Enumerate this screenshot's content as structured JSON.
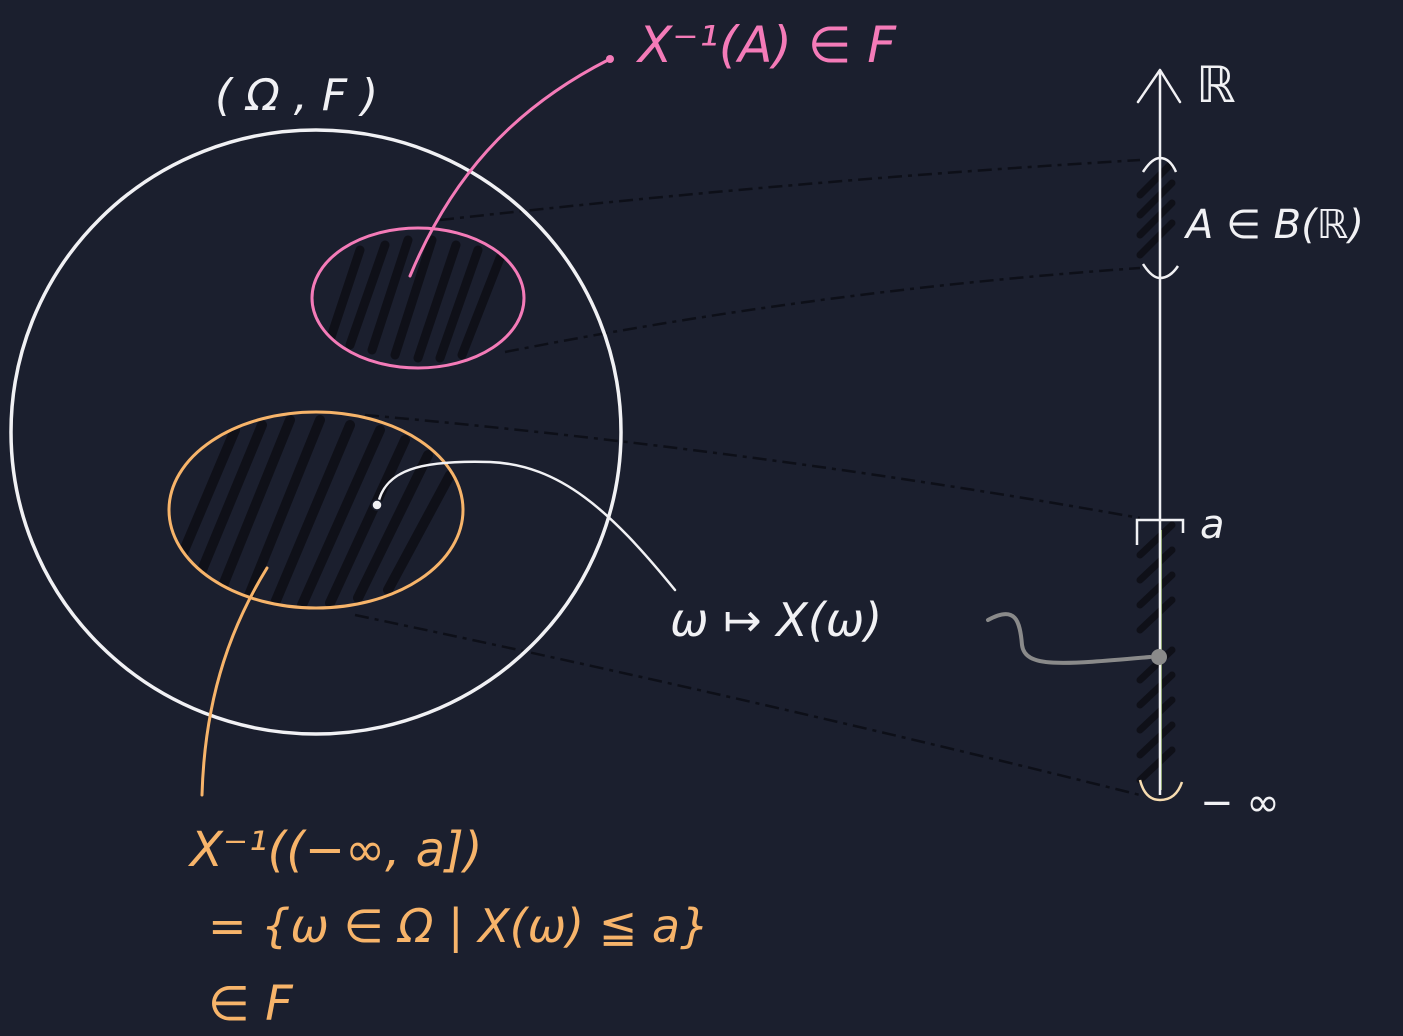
{
  "colors": {
    "background": "#1b1f2e",
    "white": "#f1f1f4",
    "pink": "#f47bb8",
    "orange": "#f7b46a",
    "hatch": "#0f1018",
    "gray": "#8a8a8a",
    "green_tint": "#6f8f4a"
  },
  "labels": {
    "space": "( Ω , F )",
    "preimage_A": "X⁻¹(A) ∈ F",
    "real_line": "ℝ",
    "set_A": "A ∈ B(ℝ)",
    "point_a": "a",
    "neg_inf": "− ∞",
    "mapping": "ω ↦ X(ω)"
  },
  "preimage_text": {
    "line1": "X⁻¹((−∞, a])",
    "line2": "=  {ω ∈ Ω | X(ω) ≦ a}",
    "line3": "∈ F"
  }
}
